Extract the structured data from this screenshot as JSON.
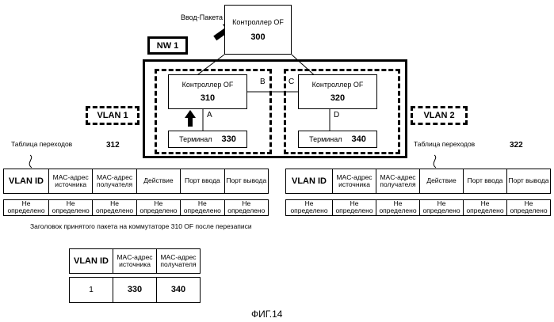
{
  "top_controller": {
    "label": "Контроллер OF",
    "number": "300"
  },
  "packet_in_label": "Ввод-Пакета",
  "network_label": "NW 1",
  "switch_left": {
    "label": "Контроллер OF",
    "number": "310"
  },
  "switch_right": {
    "label": "Контроллер OF",
    "number": "320"
  },
  "terminal_left": {
    "label": "Терминал",
    "number": "330"
  },
  "terminal_right": {
    "label": "Терминал",
    "number": "340"
  },
  "links": {
    "a": "A",
    "b": "B",
    "c": "C",
    "d": "D"
  },
  "vlan_left": "VLAN 1",
  "vlan_right": "VLAN 2",
  "table_left": {
    "title": "Таблица переходов",
    "number": "312",
    "headers": [
      "VLAN ID",
      "MAC-адрес источника",
      "MAC-адрес получателя",
      "Действие",
      "Порт ввода",
      "Порт вывода"
    ],
    "values": [
      "Не определено",
      "Не определено",
      "Не определено",
      "Не определено",
      "Не определено",
      "Не определено"
    ]
  },
  "table_right": {
    "title": "Таблица переходов",
    "number": "322",
    "headers": [
      "VLAN ID",
      "MAC-адрес источника",
      "MAC-адрес получателя",
      "Действие",
      "Порт ввода",
      "Порт вывода"
    ],
    "values": [
      "Не определено",
      "Не определено",
      "Не определено",
      "Не определено",
      "Не определено",
      "Не определено"
    ]
  },
  "header_caption": "Заголовок принятого пакета на коммутаторе 310 OF после перезаписи",
  "header_table": {
    "headers": [
      "VLAN ID",
      "MAC-адрес источника",
      "MAC-адрес получателя"
    ],
    "values": [
      "1",
      "330",
      "340"
    ]
  },
  "figure_label": "ФИГ.14"
}
